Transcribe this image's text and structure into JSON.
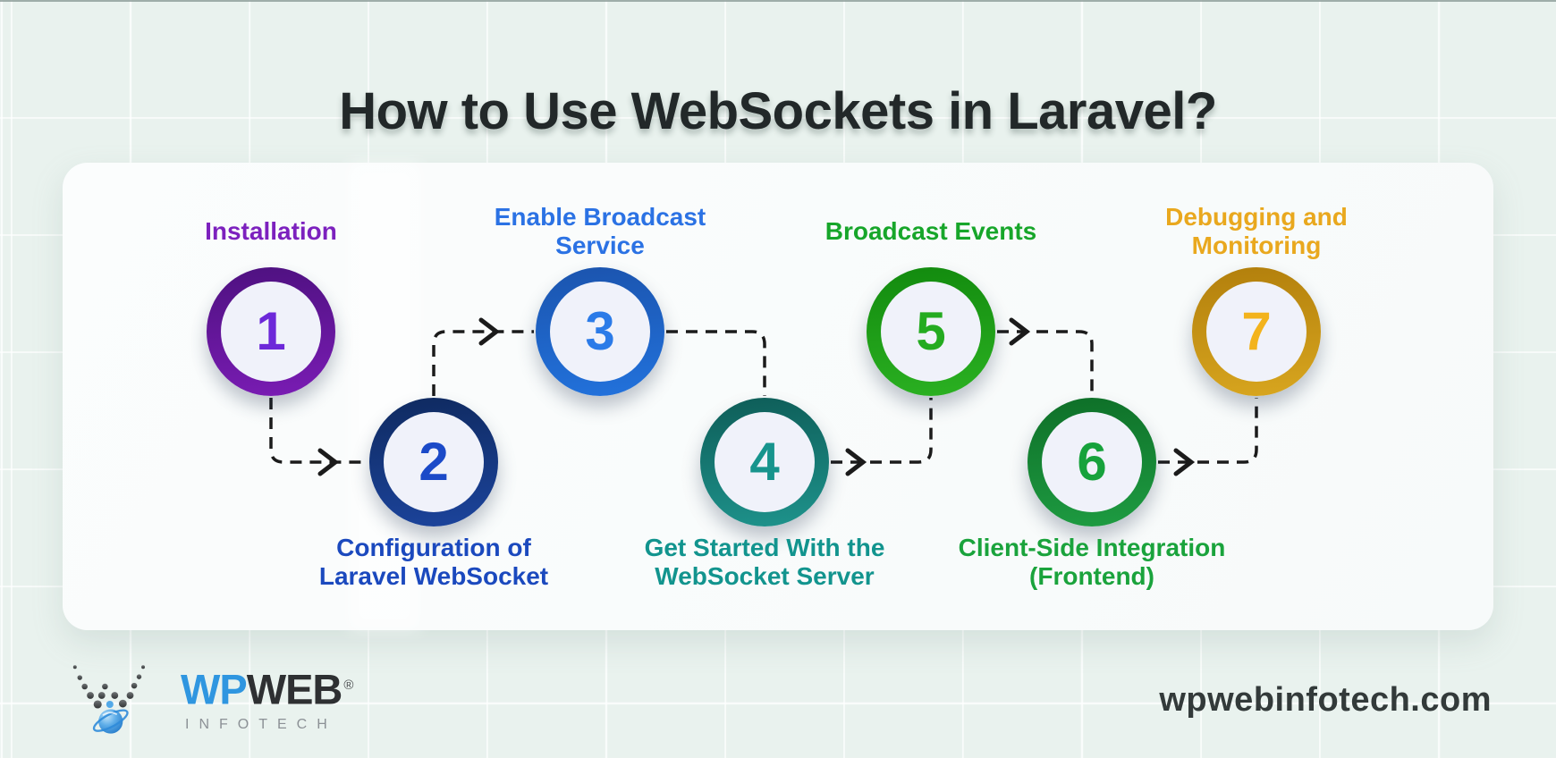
{
  "title": "How to Use WebSockets in Laravel?",
  "steps": [
    {
      "number": "1",
      "label": "Installation",
      "lines": [
        "Installation"
      ],
      "label_color": "#7C21BE",
      "number_color": "#6D28D9",
      "ring_top": "#4E1180",
      "ring_bottom": "#7A1CB4"
    },
    {
      "number": "2",
      "label": "Configuration of Laravel WebSocket",
      "lines": [
        "Configuration of",
        "Laravel WebSocket"
      ],
      "label_color": "#1B49BE",
      "number_color": "#1B4AC8",
      "ring_top": "#0F2A60",
      "ring_bottom": "#1C449C"
    },
    {
      "number": "3",
      "label": "Enable Broadcast Service",
      "lines": [
        "Enable Broadcast",
        "Service"
      ],
      "label_color": "#2B72E4",
      "number_color": "#2B7BE8",
      "ring_top": "#1B54AE",
      "ring_bottom": "#2272DC"
    },
    {
      "number": "4",
      "label": "Get Started With the WebSocket Server",
      "lines": [
        "Get Started With the",
        "WebSocket Server"
      ],
      "label_color": "#12948E",
      "number_color": "#17948D",
      "ring_top": "#0E5D58",
      "ring_bottom": "#1E938C"
    },
    {
      "number": "5",
      "label": "Broadcast Events",
      "lines": [
        "Broadcast Events"
      ],
      "label_color": "#17A62A",
      "number_color": "#24AB20",
      "ring_top": "#128A0E",
      "ring_bottom": "#2BB122"
    },
    {
      "number": "6",
      "label": "Client-Side Integration (Frontend)",
      "lines": [
        "Client-Side Integration",
        "(Frontend)"
      ],
      "label_color": "#1AA33C",
      "number_color": "#17A23C",
      "ring_top": "#0E6F28",
      "ring_bottom": "#1E9C42"
    },
    {
      "number": "7",
      "label": "Debugging and Monitoring",
      "lines": [
        "Debugging and",
        "Monitoring"
      ],
      "label_color": "#E9A81E",
      "number_color": "#F3B31C",
      "ring_top": "#B27F0C",
      "ring_bottom": "#D8A61F"
    }
  ],
  "footer": {
    "brand_wp": "WP",
    "brand_web": "WEB",
    "registered_mark": "®",
    "brand_sub": "INFOTECH",
    "website": "wpwebinfotech.com"
  },
  "colors": {
    "page_bg": "#E9F2EE",
    "card_bg": "#F9FBFB",
    "connector": "#1B1B1B",
    "title_text": "#222829",
    "inner_circle": "#F0F2FA",
    "website_text": "#333A3A"
  }
}
